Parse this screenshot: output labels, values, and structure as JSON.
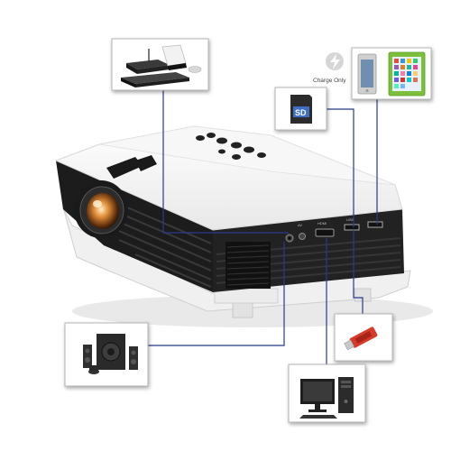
{
  "product": "mini-led-projector",
  "colors": {
    "body_white": "#f4f4f4",
    "body_black": "#1c1c1c",
    "connector_line": "#283a8c",
    "lens_orange": "#d2792a",
    "tablet_green": "#7cbf3c"
  },
  "ports": [
    "av-audio",
    "hdmi",
    "usb-1",
    "usb-2"
  ],
  "port_labels": {
    "av": "AV",
    "hdmi": "HDMI",
    "usb": "USB"
  },
  "charge_label": "Charge Only",
  "devices": [
    {
      "id": "media-consoles",
      "icon": "set-top-box-and-game-console"
    },
    {
      "id": "sd-card",
      "icon": "sd-card-icon",
      "text": "SD"
    },
    {
      "id": "phone-tablet",
      "icon": "phone-and-tablet"
    },
    {
      "id": "usb-drive",
      "icon": "usb-flash-drive"
    },
    {
      "id": "speakers",
      "icon": "speaker-system"
    },
    {
      "id": "desktop-pc",
      "icon": "computer"
    }
  ]
}
